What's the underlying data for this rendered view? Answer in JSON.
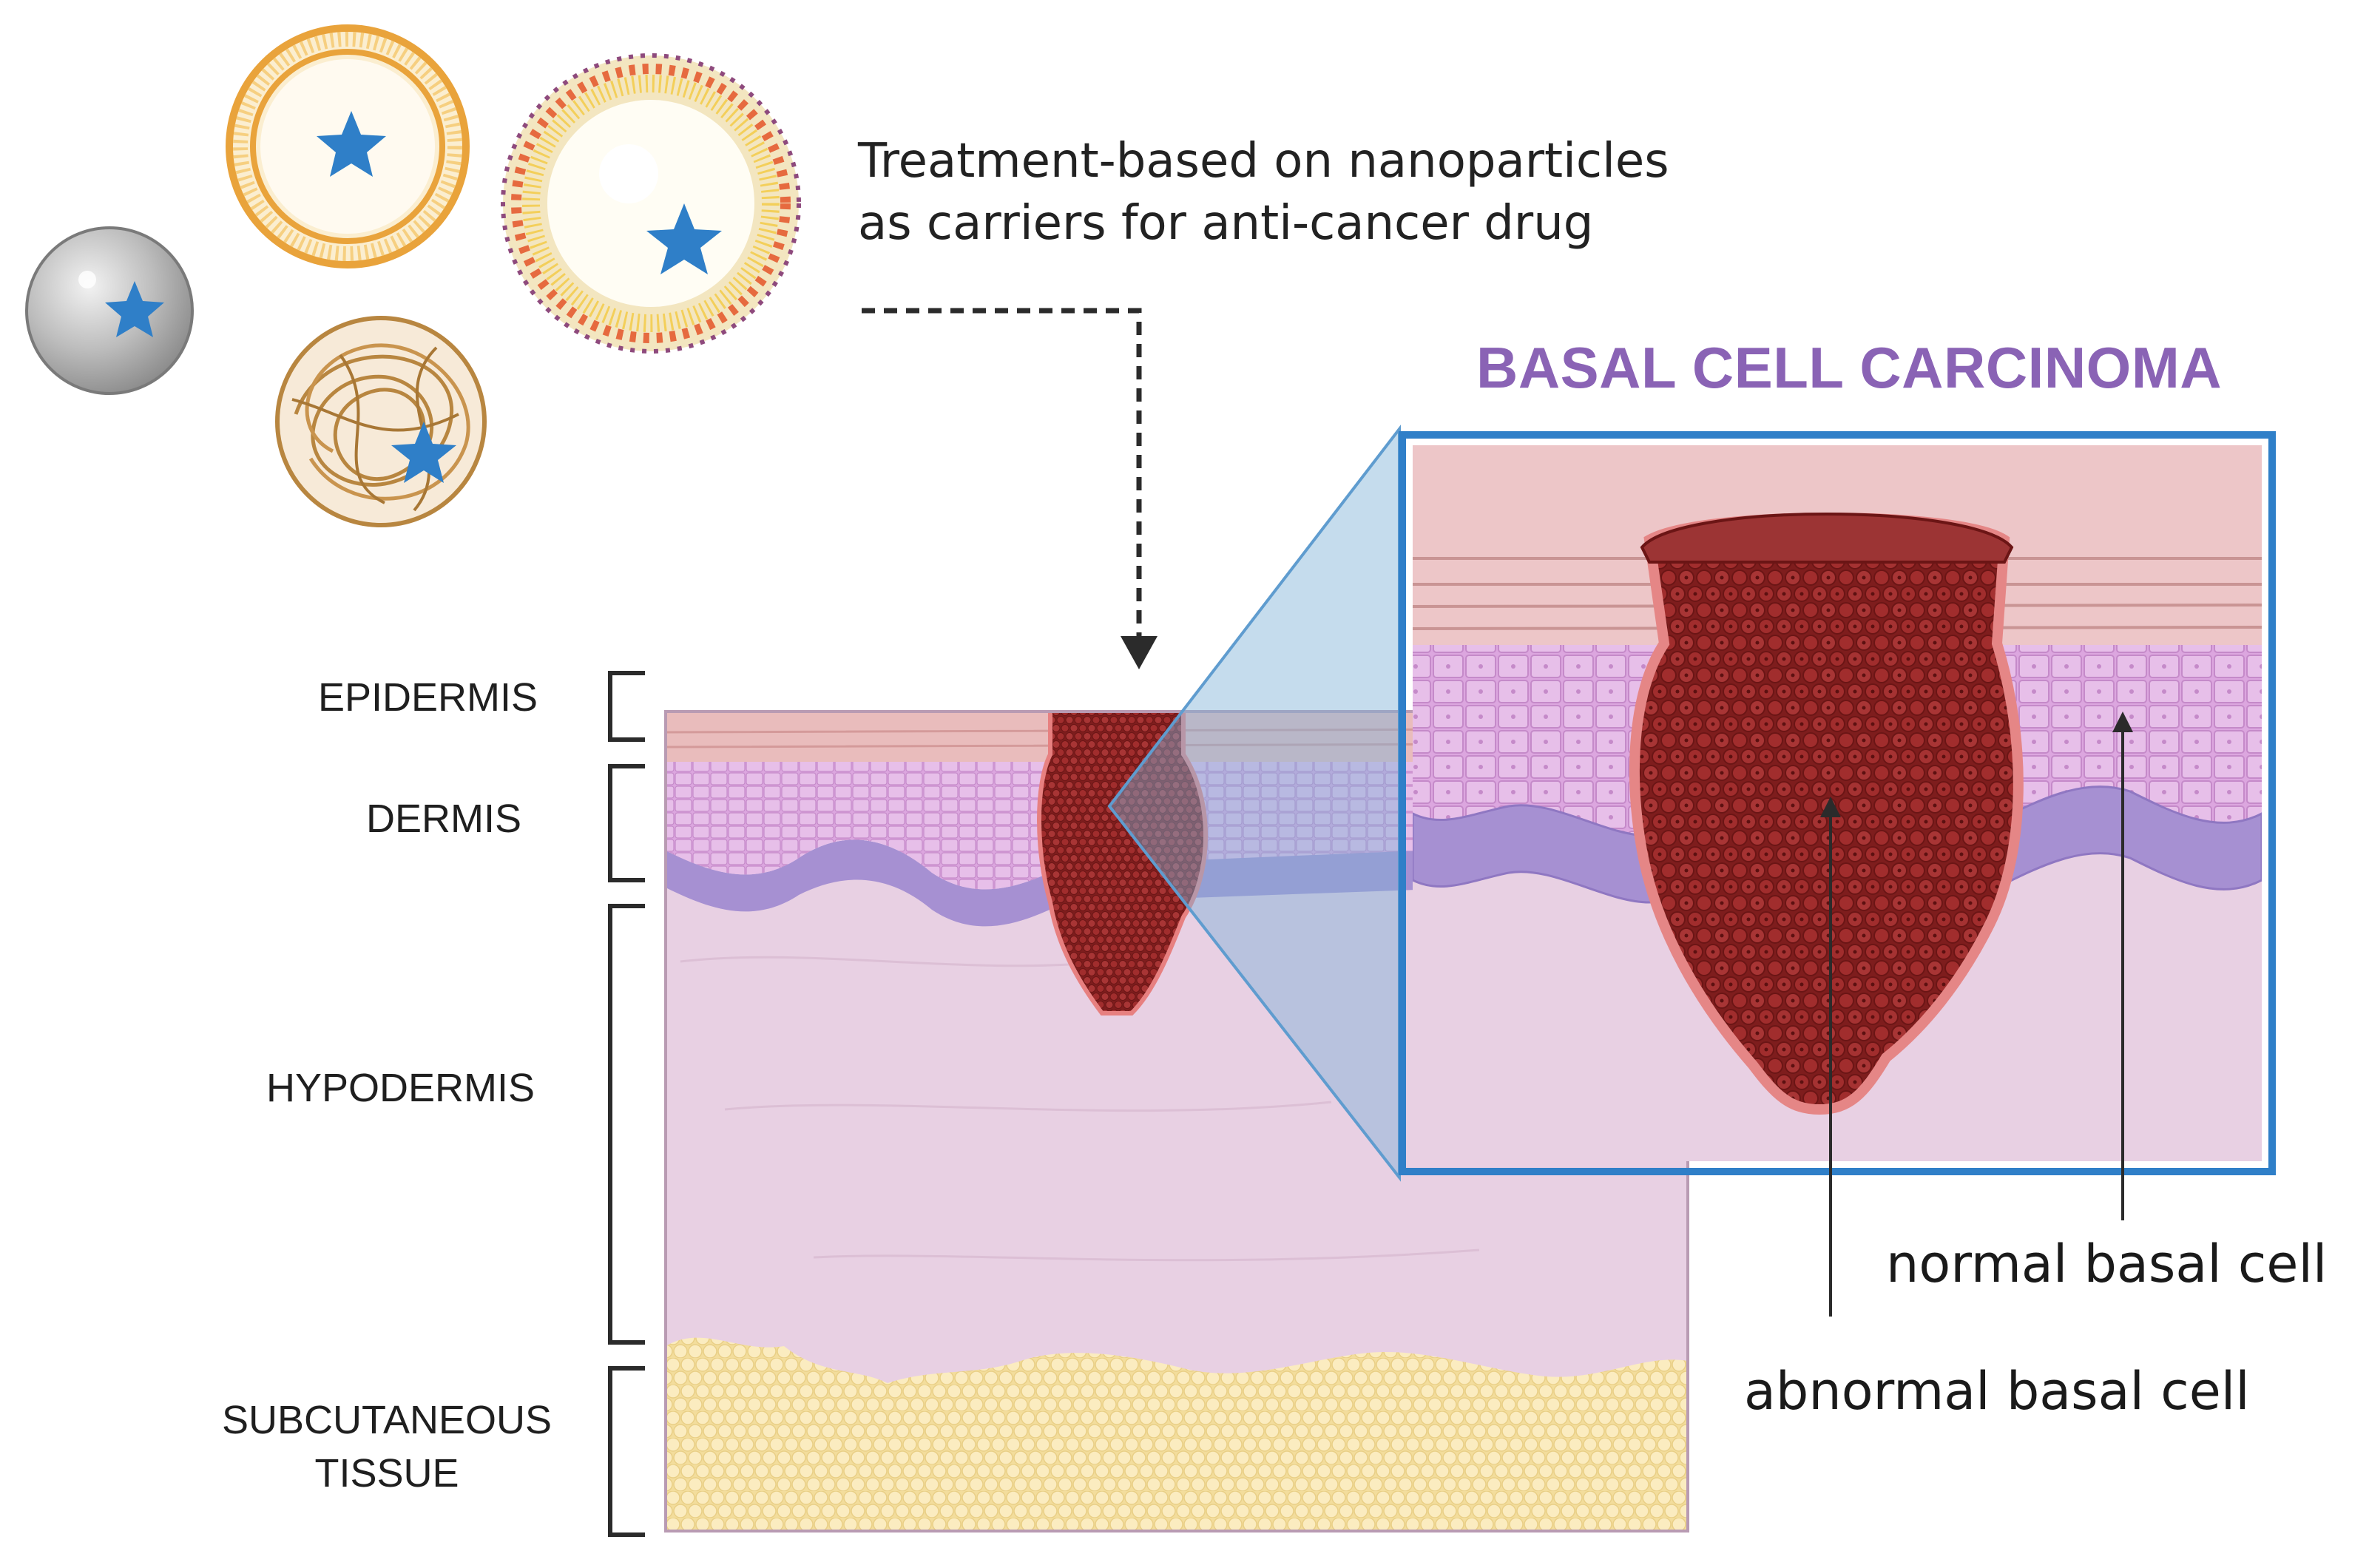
{
  "caption": {
    "line1": "Treatment-based on nanoparticles",
    "line2": "as carriers for anti-cancer drug"
  },
  "title": "BASAL CELL CARCINOMA",
  "layers": {
    "epidermis": "EPIDERMIS",
    "dermis": "DERMIS",
    "hypodermis": "HYPODERMIS",
    "subcutaneous_line1": "SUBCUTANEOUS",
    "subcutaneous_line2": "TISSUE"
  },
  "callouts": {
    "normal": "normal basal cell",
    "abnormal": "abnormal basal cell"
  },
  "nanoparticles": [
    "solid-nanoparticle-icon",
    "liposome-icon",
    "micelle-icon",
    "polymeric-nanoparticle-icon"
  ],
  "colors": {
    "title": "#8a63b5",
    "drug_star": "#2f7fc8",
    "inset_border": "#2f7fc8",
    "tumor": "#9c2a2a",
    "epidermis": "#e9bcbc",
    "dermis_cells": "#d9a0dc",
    "basal_layer": "#a690d2",
    "hypodermis": "#e8d0e3",
    "fat": "#f6e3a6"
  }
}
